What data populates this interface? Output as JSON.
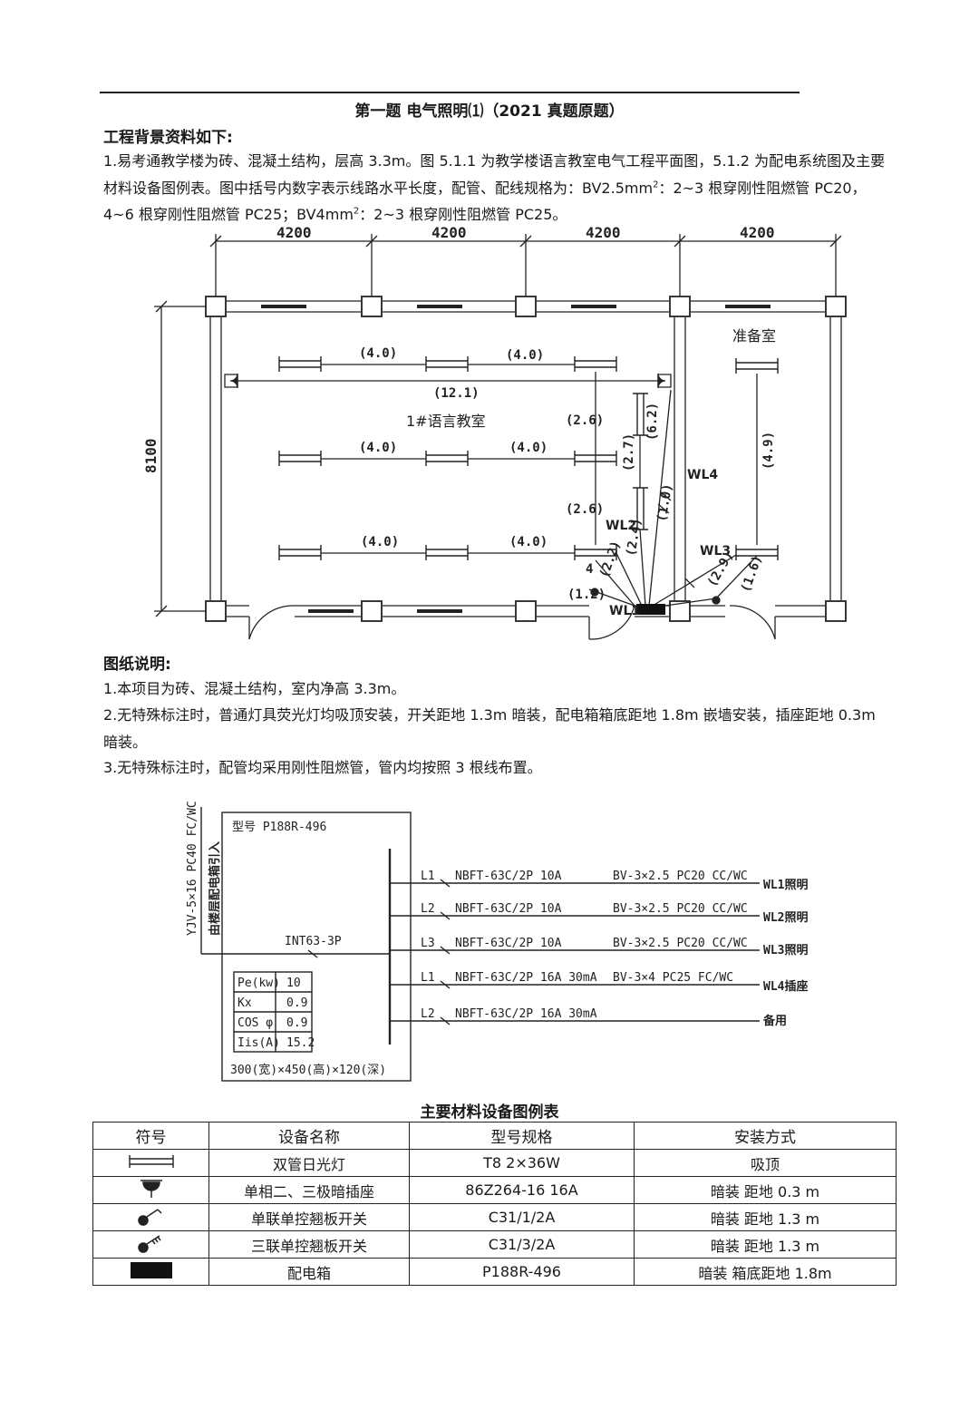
{
  "title": "第一题  电气照明⑴（2021 真题原题）",
  "background": {
    "heading": "工程背景资料如下:",
    "para_before_sup1": "1.易考通教学楼为砖、混凝土结构，层高 3.3m。图 5.1.1 为教学楼语言教室电气工程平面图，5.1.2 为配电系统图及主要材料设备图例表。图中括号内数字表示线路水平长度，配管、配线规格为：BV2.5mm",
    "sup": "2",
    "para_mid": "：2~3 根穿刚性阻燃管 PC20，4~6 根穿刚性阻燃管 PC25；BV4mm",
    "para_end": "：2~3 根穿刚性阻燃管 PC25。"
  },
  "floor_plan": {
    "dims_top": [
      "4200",
      "4200",
      "4200",
      "4200"
    ],
    "dim_left": "8100",
    "room_main": "1#语言教室",
    "room_prep": "准备室",
    "lengths": {
      "r1a": "(4.0)",
      "r1b": "(4.0)",
      "rsock": "(12.1)",
      "r2a": "(4.0)",
      "r2b": "(4.0)",
      "r3a": "(4.0)",
      "r3b": "(4.0)",
      "v26a": "(2.6)",
      "v26b": "(2.6)",
      "v62": "(6.2)",
      "v27": "(2.7)",
      "v49": "(4.9)",
      "v10": "(1.0)",
      "v24": "(2.4)",
      "v22": "(2.2)",
      "v12": "(1.2)",
      "v29": "(2.9)",
      "v16": "(1.6)",
      "wire4": "4"
    },
    "circuits": [
      "WL1",
      "WL2",
      "WL3",
      "WL4"
    ]
  },
  "notes": {
    "heading": "图纸说明:",
    "items": [
      "1.本项目为砖、混凝土结构，室内净高 3.3m。",
      "2.无特殊标注时，普通灯具荧光灯均吸顶安装，开关距地 1.3m 暗装，配电箱箱底距地 1.8m 嵌墙安装，插座距地 0.3m 暗装。",
      "3.无特殊标注时，配管均采用刚性阻燃管，管内均按照 3 根线布置。"
    ]
  },
  "system": {
    "incoming": "YJV-5×16 PC40 FC/WC",
    "incoming_from": "由楼层配电箱引入",
    "box_model": "型号 P188R-496",
    "main_breaker": "INT63-3P",
    "params": [
      {
        "k": "Pe(kw)",
        "v": "10"
      },
      {
        "k": "Kx",
        "v": "0.9"
      },
      {
        "k": "COS φ",
        "v": "0.9"
      },
      {
        "k": "Iis(A)",
        "v": "15.2"
      }
    ],
    "box_size": "300(宽)×450(高)×120(深)",
    "branches": [
      {
        "phase": "L1",
        "breaker": "NBFT-63C/2P  10A",
        "cable": "BV-3×2.5  PC20  CC/WC",
        "name": "WL1照明"
      },
      {
        "phase": "L2",
        "breaker": "NBFT-63C/2P  10A",
        "cable": "BV-3×2.5  PC20  CC/WC",
        "name": "WL2照明"
      },
      {
        "phase": "L3",
        "breaker": "NBFT-63C/2P  10A",
        "cable": "BV-3×2.5  PC20  CC/WC",
        "name": "WL3照明"
      },
      {
        "phase": "L1",
        "breaker": "NBFT-63C/2P  16A  30mA",
        "cable": "BV-3×4  PC25  FC/WC",
        "name": "WL4插座"
      },
      {
        "phase": "L2",
        "breaker": "NBFT-63C/2P  16A  30mA",
        "cable": "",
        "name": "备用"
      }
    ]
  },
  "legend": {
    "title": "主要材料设备图例表",
    "headers": [
      "符号",
      "设备名称",
      "型号规格",
      "安装方式"
    ],
    "rows": [
      {
        "name": "双管日光灯",
        "spec": "T8 2×36W",
        "mount": "吸顶"
      },
      {
        "name": "单相二、三极暗插座",
        "spec": "86Z264-16 16A",
        "mount": "暗装  距地 0.3 m"
      },
      {
        "name": "单联单控翘板开关",
        "spec": "C31/1/2A",
        "mount": "暗装  距地 1.3 m"
      },
      {
        "name": "三联单控翘板开关",
        "spec": "C31/3/2A",
        "mount": "暗装  距地 1.3 m"
      },
      {
        "name": "配电箱",
        "spec": "P188R-496",
        "mount": "暗装  箱底距地 1.8m"
      }
    ]
  }
}
